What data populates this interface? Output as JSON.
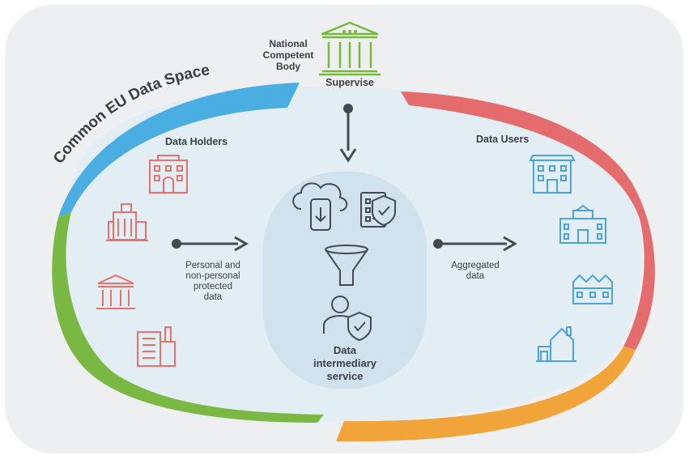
{
  "supervisor": {
    "name_line1": "National",
    "name_line2": "Competent",
    "name_line3": "Body",
    "action": "Supervise"
  },
  "space": {
    "title": "Common EU Data Space"
  },
  "holders": {
    "title": "Data Holders",
    "flow_line1": "Personal and",
    "flow_line2": "non-personal",
    "flow_line3": "protected",
    "flow_line4": "data"
  },
  "users": {
    "title": "Data Users",
    "flow_line1": "Aggregated",
    "flow_line2": "data"
  },
  "intermediary": {
    "line1": "Data",
    "line2": "intermediary",
    "line3": "service"
  },
  "colors": {
    "holders_icon": "#e8716b",
    "users_icon": "#4aa3df",
    "supervisor_icon": "#78b83b",
    "arc_blue": "#4aaee3",
    "arc_green": "#7ab844",
    "arc_red": "#e56c6c",
    "arc_orange": "#f0a43a",
    "arrow": "#454a52"
  }
}
